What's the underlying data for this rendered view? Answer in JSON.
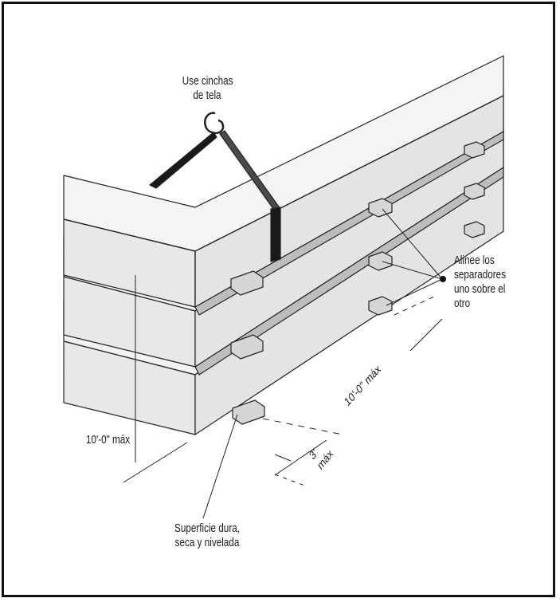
{
  "labels": {
    "slings_line1": "Use cinchas",
    "slings_line2": "de tela",
    "align_line1": "Alinee los",
    "align_line2": "separadores",
    "align_line3": "uno sobre el",
    "align_line4": "otro",
    "spacing_long": "10'-0\" máx",
    "height_max": "10'-0\" máx",
    "end_dim_1": "3'",
    "end_dim_2": "máx",
    "surface_line1": "Superficie dura,",
    "surface_line2": "seca y nivelada"
  },
  "colors": {
    "beam_light": "#ededed",
    "beam_face": "#e4e4e4",
    "beam_top": "#f2f2f2",
    "sling": "#1a1a1a",
    "dunnage": "#d6d6d6",
    "line": "#222222"
  },
  "icons": [
    "crane-hook-icon"
  ]
}
